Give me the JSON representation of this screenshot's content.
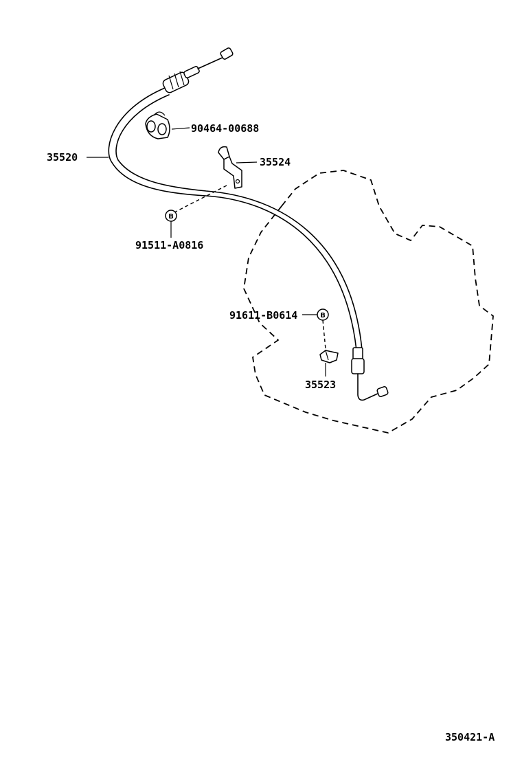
{
  "diagram": {
    "parts": [
      {
        "id": "p-35520",
        "number": "35520"
      },
      {
        "id": "p-90464",
        "number": "90464-00688"
      },
      {
        "id": "p-35524",
        "number": "35524"
      },
      {
        "id": "p-91511",
        "number": "91511-A0816"
      },
      {
        "id": "p-91611",
        "number": "91611-B0614"
      },
      {
        "id": "p-35523",
        "number": "35523"
      }
    ],
    "bolt_marker": "B",
    "figure_id": "350421-A"
  }
}
